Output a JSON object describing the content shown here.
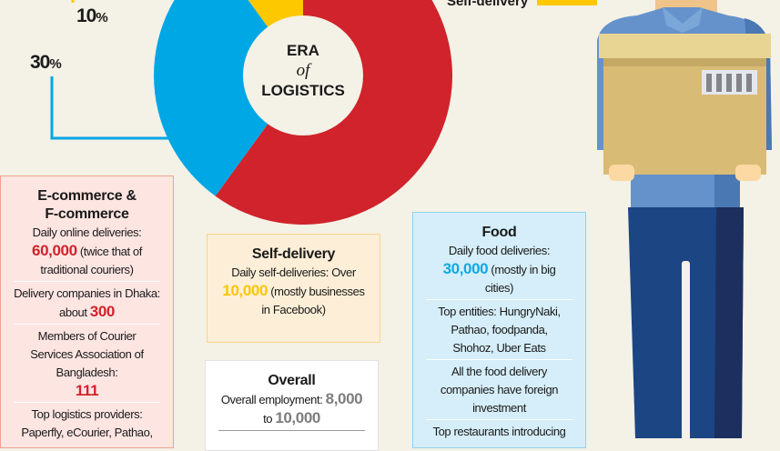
{
  "chart_data": {
    "type": "pie",
    "style": "donut",
    "title": "ERA of LOGISTICS",
    "title_parts": {
      "line1": "ERA",
      "line2": "of",
      "line3": "LOGISTICS"
    },
    "slices": [
      {
        "value": 60,
        "color": "#d0232b",
        "label": ""
      },
      {
        "value": 30,
        "color": "#00a7e5",
        "label": "30%"
      },
      {
        "value": 10,
        "color": "#fdc800",
        "label": "10%"
      }
    ],
    "legend": [
      {
        "name": "Self-delivery",
        "color": "#fdc800"
      }
    ]
  },
  "labels": {
    "p10": "10",
    "p30": "30",
    "pct_sign": "%"
  },
  "ecommerce": {
    "title1": "E-commerce &",
    "title2": "F-commerce",
    "daily_label": "Daily online deliveries:",
    "daily_value": "60,000",
    "daily_note": " (twice that of traditional couriers)",
    "companies_label": "Delivery companies in Dhaka:",
    "companies_prefix": "about ",
    "companies_value": "300",
    "members_label": "Members of Courier Services Association of Bangladesh:",
    "members_value": "111",
    "providers_label": "Top logistics providers:",
    "providers_value": "Paperfly, eCourier, Pathao,"
  },
  "self_delivery": {
    "title": "Self-delivery",
    "label": "Daily self-deliveries: Over",
    "value": "10,000",
    "note": " (mostly businesses in Facebook)"
  },
  "overall": {
    "title": "Overall",
    "label": "Overall employment: ",
    "value_low": "8,000",
    "to": "to ",
    "value_high": "10,000"
  },
  "food": {
    "title": "Food",
    "daily_label": "Daily food deliveries:",
    "daily_value": "30,000",
    "daily_note": " (mostly in big cities)",
    "entities": "Top entities: HungryNaki, Pathao, foodpanda, Shohoz, Uber Eats",
    "investment": "All the food delivery companies have foreign investment",
    "restaurants": "Top restaurants introducing"
  }
}
